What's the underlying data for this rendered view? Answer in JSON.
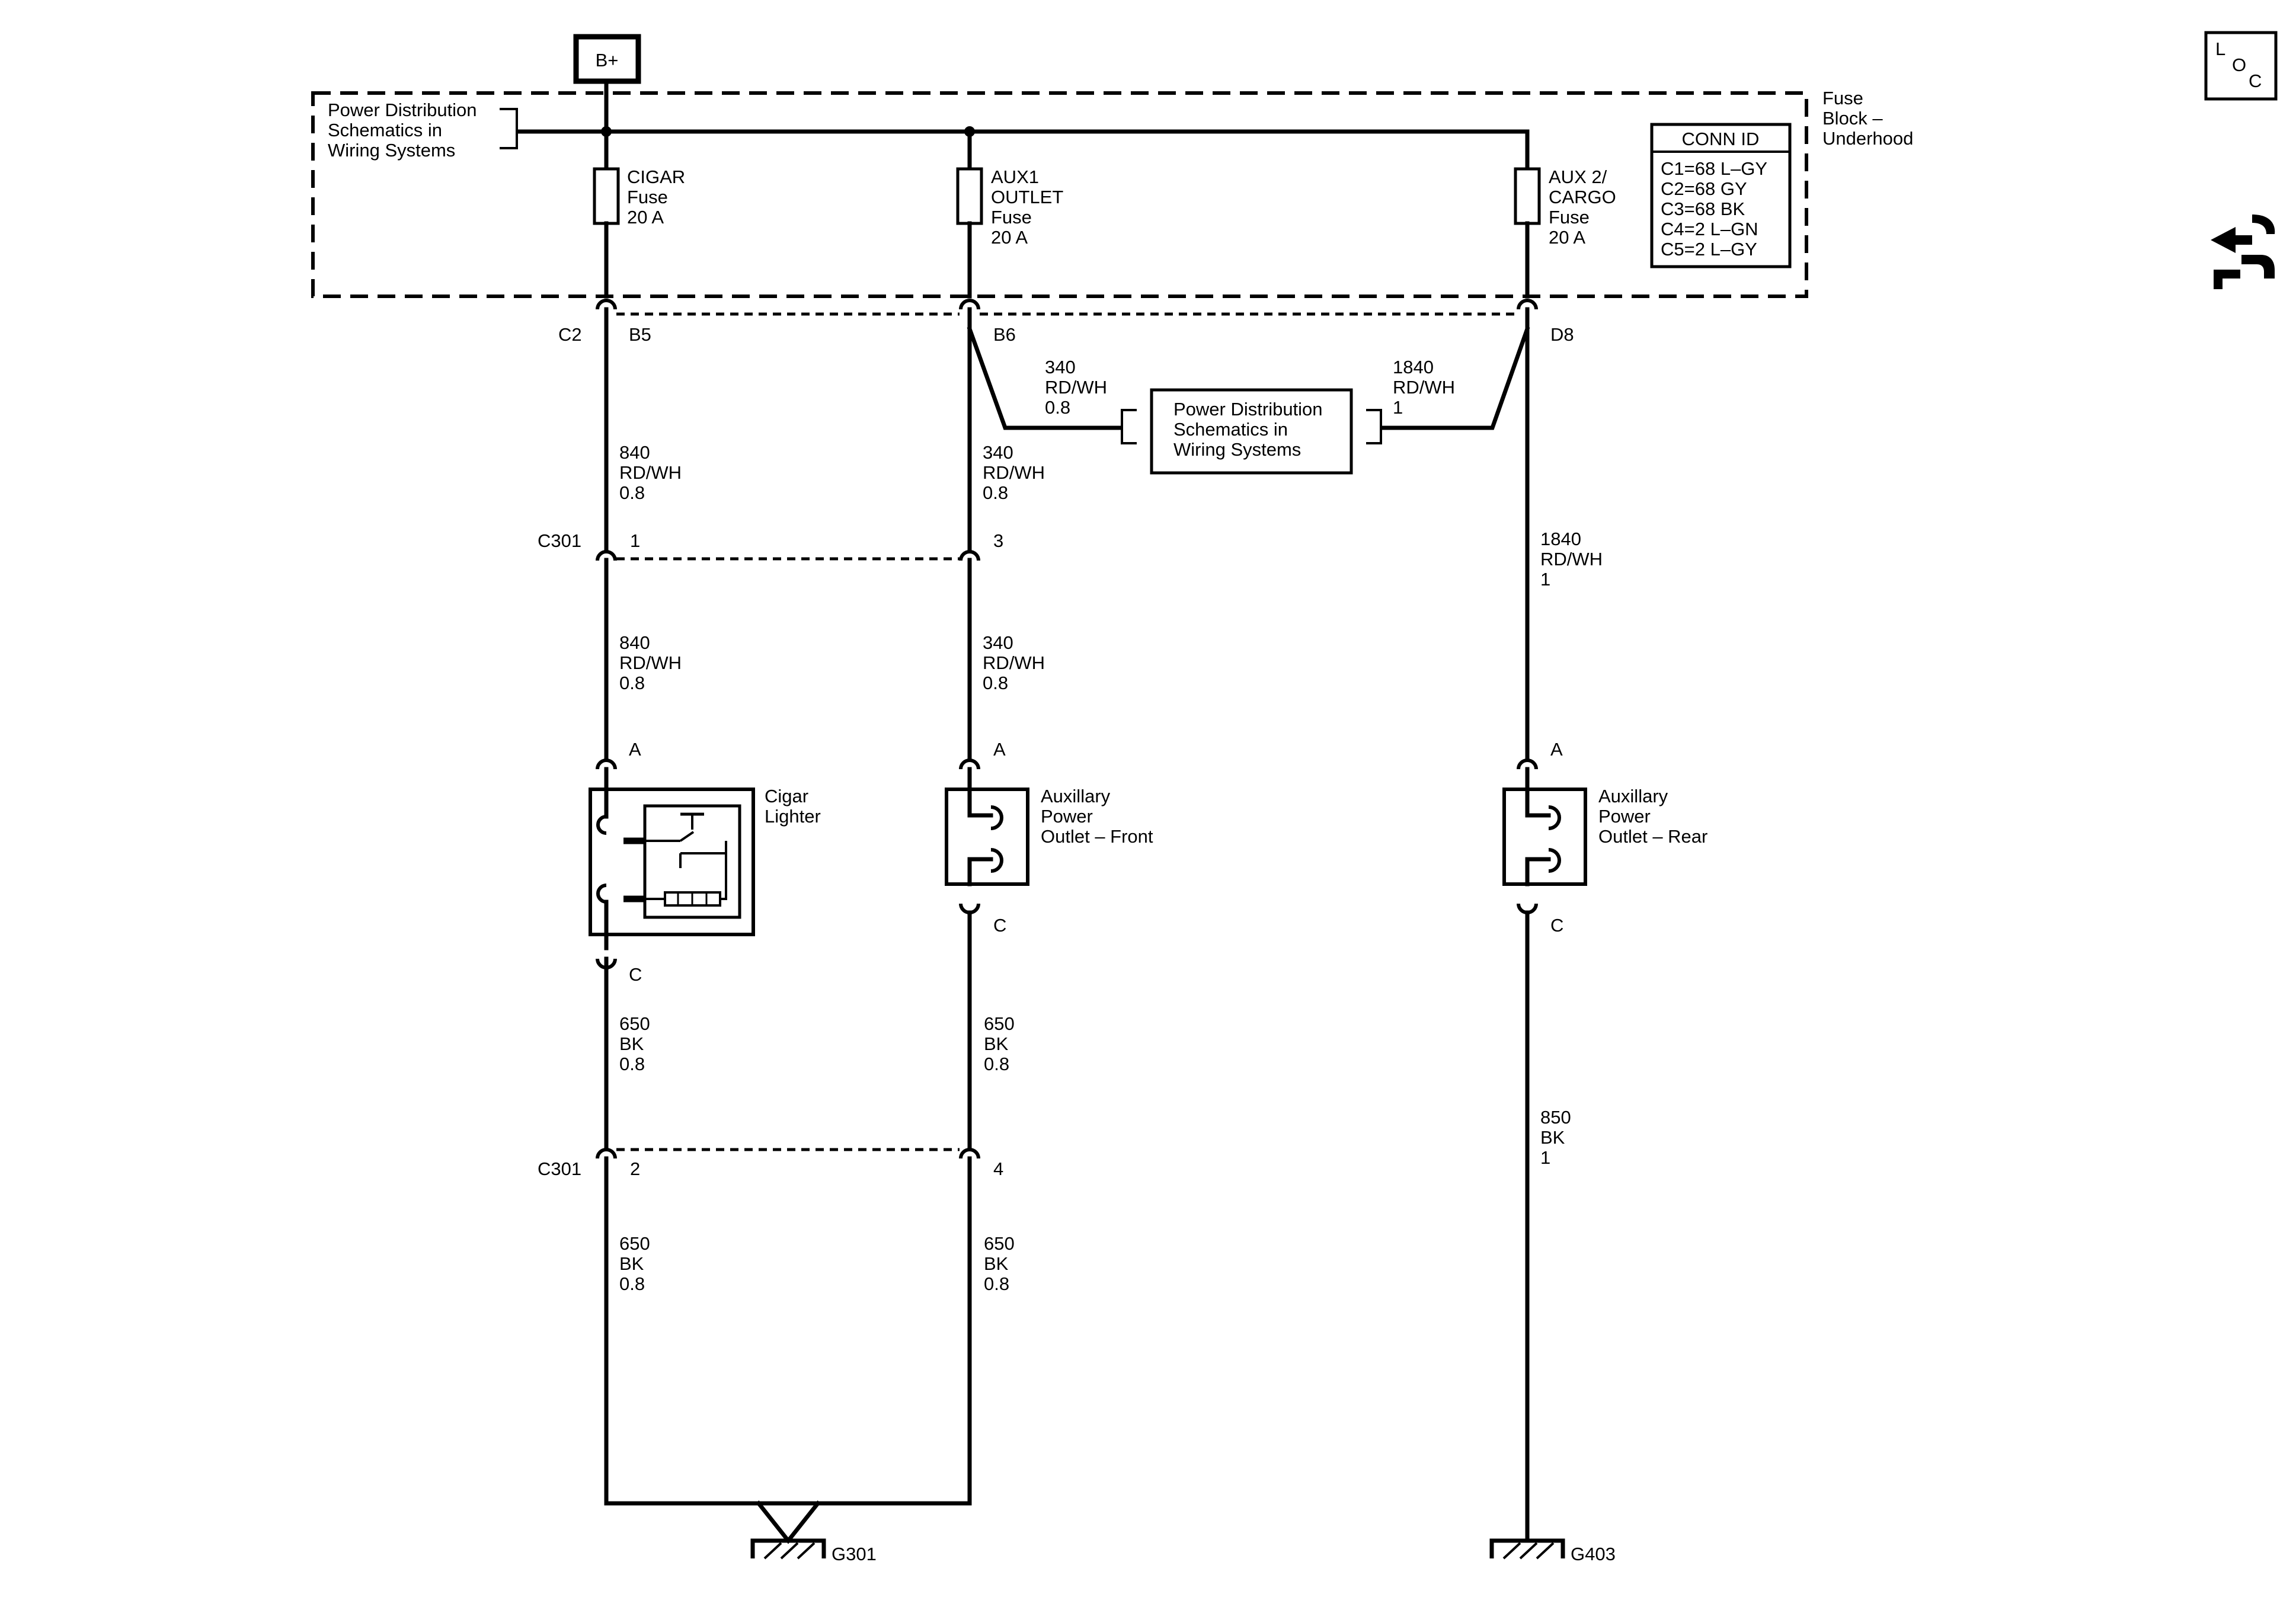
{
  "battery": "B+",
  "fuse_block": [
    "Fuse",
    "Block –",
    "Underhood"
  ],
  "pds_ref_top": [
    "Power Distribution",
    "Schematics in",
    "Wiring Systems"
  ],
  "pds_ref_mid": [
    "Power Distribution",
    "Schematics in",
    "Wiring Systems"
  ],
  "conn_id": {
    "title": "CONN ID",
    "rows": [
      "C1=68 L–GY",
      "C2=68 GY",
      "C3=68 BK",
      "C4=2 L–GN",
      "C5=2 L–GY"
    ]
  },
  "fuses": {
    "cigar": [
      "CIGAR",
      "Fuse",
      "20 A"
    ],
    "aux1": [
      "AUX1",
      "OUTLET",
      "Fuse",
      "20 A"
    ],
    "aux2": [
      "AUX 2/",
      "CARGO",
      "Fuse",
      "20 A"
    ]
  },
  "fuse_block_pins": {
    "connector": "C2",
    "cigar": "B5",
    "aux1": "B6",
    "aux2": "D8"
  },
  "wires": {
    "w840_a": [
      "840",
      "RD/WH",
      "0.8"
    ],
    "w840_b": [
      "840",
      "RD/WH",
      "0.8"
    ],
    "w340_a": [
      "340",
      "RD/WH",
      "0.8"
    ],
    "w340_b": [
      "340",
      "RD/WH",
      "0.8"
    ],
    "w340_pds": [
      "340",
      "RD/WH",
      "0.8"
    ],
    "w1840_pds": [
      "1840",
      "RD/WH",
      "1"
    ],
    "w1840": [
      "1840",
      "RD/WH",
      "1"
    ],
    "w650_a": [
      "650",
      "BK",
      "0.8"
    ],
    "w650_b": [
      "650",
      "BK",
      "0.8"
    ],
    "w650_c": [
      "650",
      "BK",
      "0.8"
    ],
    "w650_d": [
      "650",
      "BK",
      "0.8"
    ],
    "w850": [
      "850",
      "BK",
      "1"
    ]
  },
  "inline_top": {
    "connector": "C301",
    "pin_left": "1",
    "pin_right": "3"
  },
  "inline_bottom": {
    "connector": "C301",
    "pin_left": "2",
    "pin_right": "4"
  },
  "components": {
    "cigar_lighter": {
      "label": [
        "Cigar",
        "Lighter"
      ],
      "pin_top": "A",
      "pin_bottom": "C"
    },
    "aux_front": {
      "label": [
        "Auxillary",
        "Power",
        "Outlet – Front"
      ],
      "pin_top": "A",
      "pin_bottom": "C"
    },
    "aux_rear": {
      "label": [
        "Auxillary",
        "Power",
        "Outlet – Rear"
      ],
      "pin_top": "A",
      "pin_bottom": "C"
    }
  },
  "grounds": {
    "g1": "G301",
    "g2": "G403"
  },
  "loc_icon": [
    "L",
    "O",
    "C"
  ],
  "icons": {
    "loc": "loc-icon",
    "service": "service-connector-icon"
  }
}
